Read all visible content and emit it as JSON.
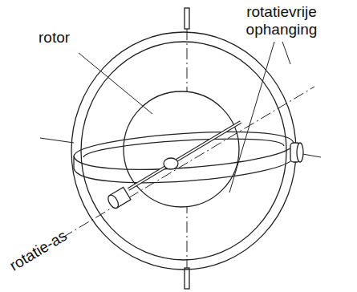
{
  "diagram": {
    "labels": [
      "rotor",
      "rotatievrije ophanging",
      "rotatie-as"
    ]
  }
}
